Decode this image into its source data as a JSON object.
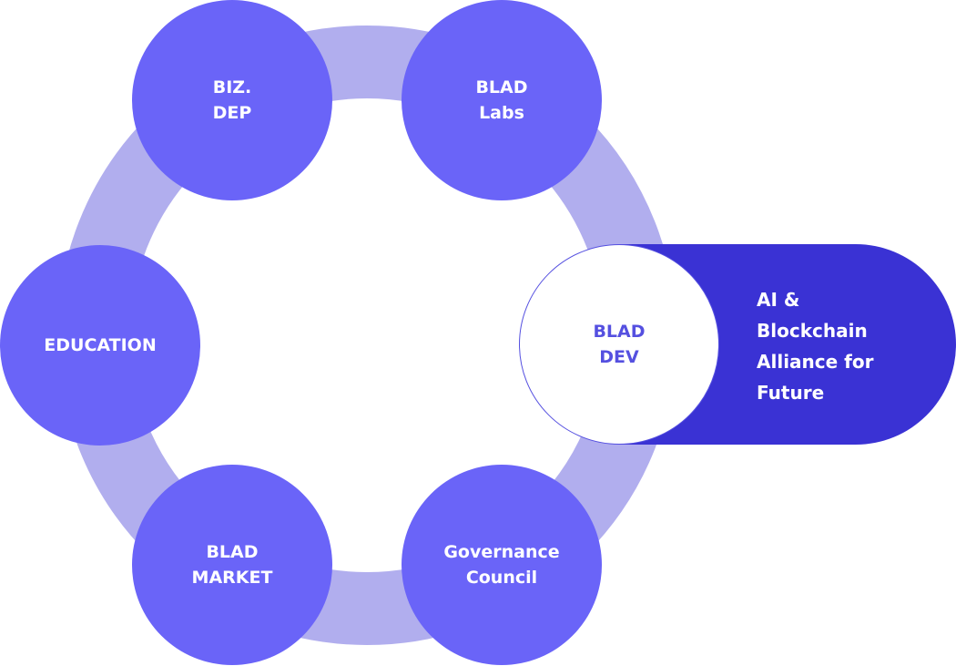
{
  "colors": {
    "node": "#6a64f8",
    "ring": "#b1aeee",
    "highlight_pill": "#3a32d4",
    "highlight_node_text": "#5550e0"
  },
  "nodes": {
    "biz_dep": {
      "line1": "BIZ.",
      "line2": "DEP"
    },
    "blad_labs": {
      "line1": "BLAD",
      "line2": "Labs"
    },
    "education": {
      "line1": "EDUCATION"
    },
    "blad_dev": {
      "line1": "BLAD",
      "line2": "DEV"
    },
    "blad_market": {
      "line1": "BLAD",
      "line2": "MARKET"
    },
    "governance": {
      "line1": "Governance",
      "line2": "Council"
    }
  },
  "highlight": {
    "lines": [
      "AI &",
      "Blockchain",
      "Alliance for",
      "Future"
    ]
  }
}
